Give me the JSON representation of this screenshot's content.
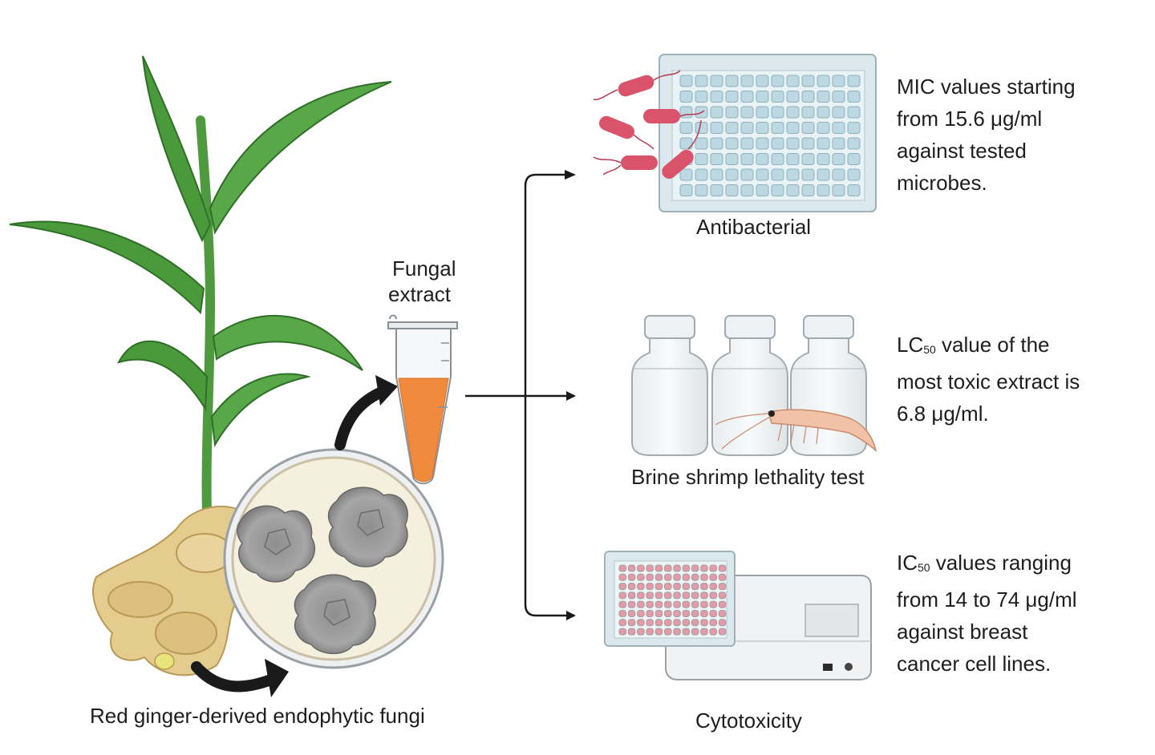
{
  "labels": {
    "fungal_extract_1": "Fungal",
    "fungal_extract_2": "extract",
    "source": "Red ginger-derived endophytic fungi",
    "antibacterial": "Antibacterial",
    "brine": "Brine shrimp lethality test",
    "cytotoxicity": "Cytotoxicity"
  },
  "results": {
    "antibacterial": {
      "line1": "MIC values starting",
      "line2": "from 15.6 μg/ml",
      "line3": "against tested",
      "line4": "microbes."
    },
    "brine": {
      "prefix": "LC",
      "sub": "50",
      "line1_rest": " value of the",
      "line2": "most toxic extract is",
      "line3": "6.8 μg/ml."
    },
    "cytotoxicity": {
      "prefix": "IC",
      "sub": "50",
      "line1_rest": " values ranging",
      "line2": "from 14 to 74 μg/ml",
      "line3": "against breast",
      "line4": "cancer cell lines."
    }
  },
  "colors": {
    "leaf": "#4a9a3c",
    "rhizome": "#e2c98c",
    "extract": "#f08a3c",
    "bacteria": "#d9546a",
    "plate": "#d6ecf2",
    "arrow": "#1a1a1a"
  }
}
